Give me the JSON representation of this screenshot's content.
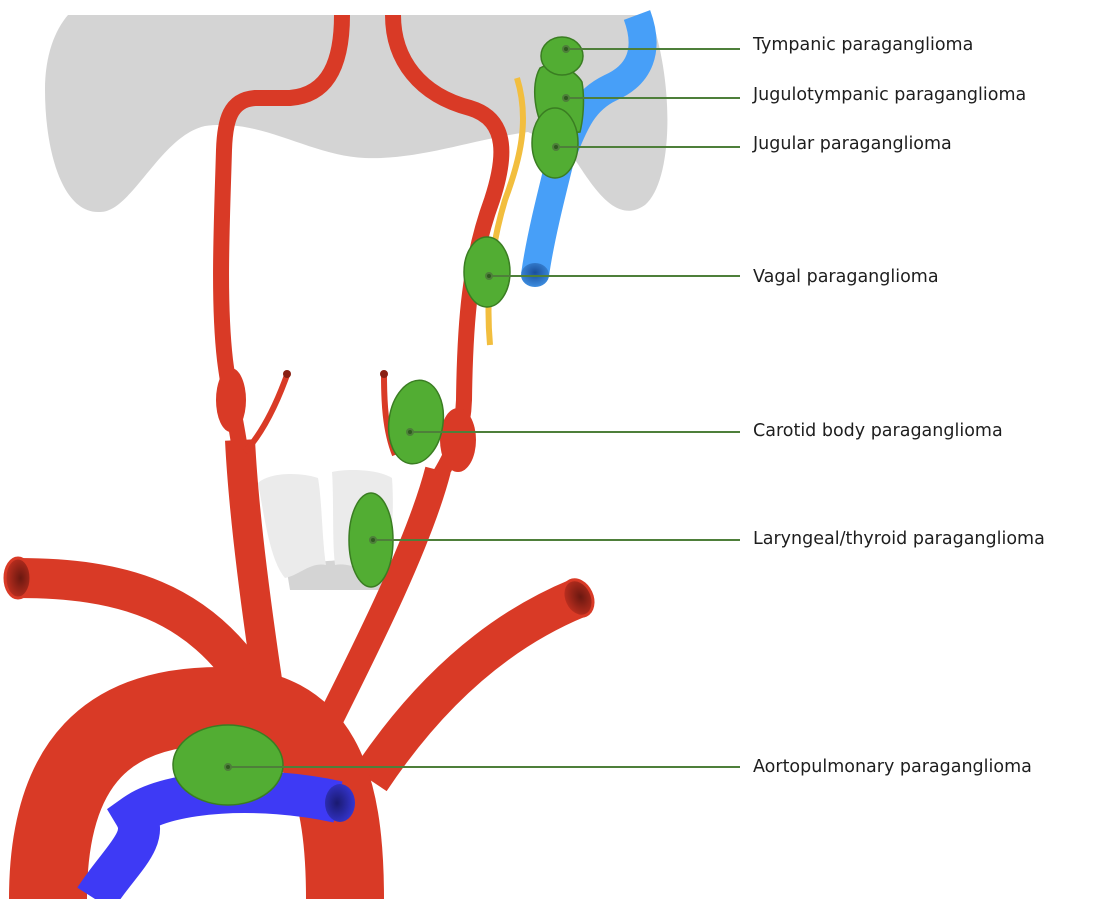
{
  "colors": {
    "artery": "#D93A26",
    "tumor": "#52AD33",
    "tumor_outline": "#3A7D22",
    "jugular_vein": "#479FF8",
    "pulmonary_artery": "#3E3AF5",
    "nerve": "#F2BE3E",
    "bone": "#D4D4D4",
    "thyroid": "#EBEBEB",
    "leader_line": "#4E7F3A"
  },
  "labels": [
    {
      "text": "Tympanic paraganglioma"
    },
    {
      "text": "Jugulotympanic paraganglioma"
    },
    {
      "text": "Jugular paraganglioma"
    },
    {
      "text": "Vagal paraganglioma"
    },
    {
      "text": "Carotid body paraganglioma"
    },
    {
      "text": "Laryngeal/thyroid paraganglioma"
    },
    {
      "text": "Aortopulmonary paraganglioma"
    }
  ]
}
